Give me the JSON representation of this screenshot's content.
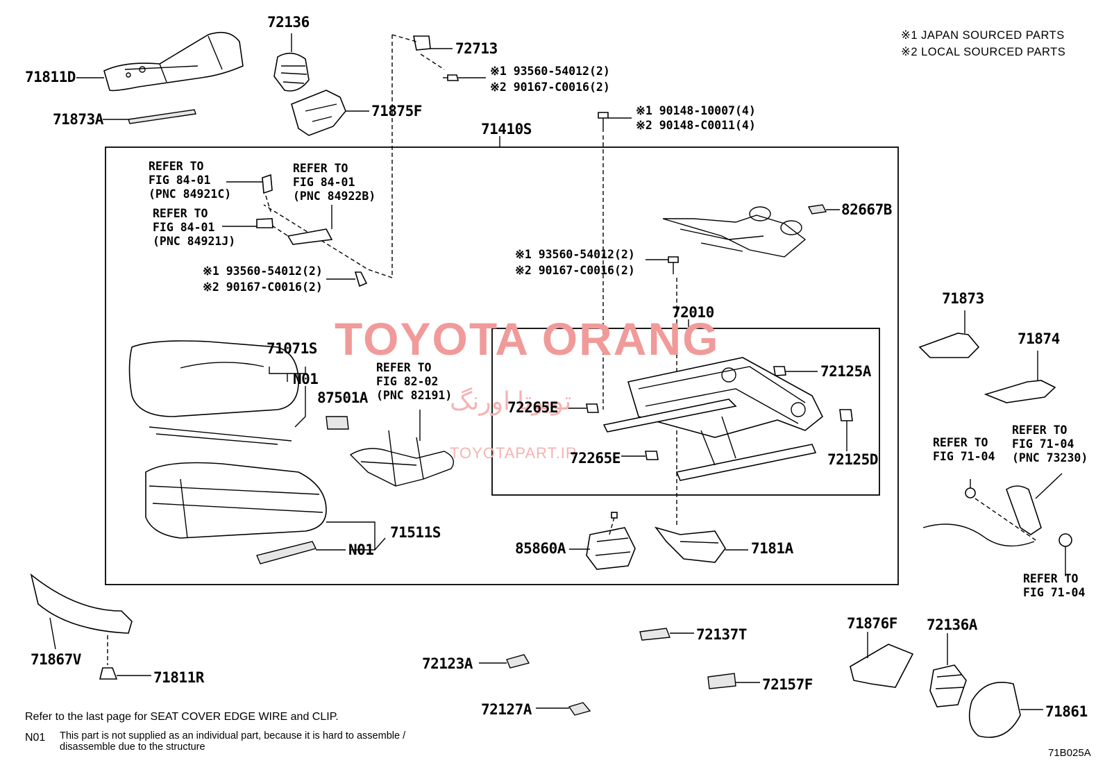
{
  "header": {
    "line1": "※1 JAPAN SOURCED PARTS",
    "line2": "※2 LOCAL SOURCED PARTS"
  },
  "watermark": {
    "main": "TOYOTA ORANG",
    "persian": "تويوتا اورنگ",
    "url": "TOYOTAPART.IR"
  },
  "labels": {
    "p71811D": "71811D",
    "p72136": "72136",
    "p72713": "72713",
    "p71873A": "71873A",
    "p71875F": "71875F",
    "p71410S": "71410S",
    "p82667B": "82667B",
    "p72010": "72010",
    "p71071S": "71071S",
    "n01a": "N01",
    "p87501A": "87501A",
    "p72125A": "72125A",
    "p72265E1": "72265E",
    "p72265E2": "72265E",
    "p72125D": "72125D",
    "p71511S": "71511S",
    "n01b": "N01",
    "p85860A": "85860A",
    "p7181A": "7181A",
    "p71873": "71873",
    "p71874": "71874",
    "p71867V": "71867V",
    "p71811R": "71811R",
    "p72137T": "72137T",
    "p72123A": "72123A",
    "p72157F": "72157F",
    "p72127A": "72127A",
    "p71876F": "71876F",
    "p72136A": "72136A",
    "p71861": "71861"
  },
  "fasteners": {
    "top_a1": "※1 93560-54012(2)",
    "top_a2": "※2 90167-C0016(2)",
    "top_b1": "※1 90148-10007(4)",
    "top_b2": "※2 90148-C0011(4)",
    "mid_c1": "※1 93560-54012(2)",
    "mid_c2": "※2 90167-C0016(2)",
    "left_d1": "※1 93560-54012(2)",
    "left_d2": "※2 90167-C0016(2)"
  },
  "refs": {
    "r1": [
      "REFER TO",
      "FIG 84-01",
      "(PNC 84921C)"
    ],
    "r2": [
      "REFER TO",
      "FIG 84-01",
      "(PNC 84922B)"
    ],
    "r3": [
      "REFER TO",
      "FIG 84-01",
      "(PNC 84921J)"
    ],
    "r4": [
      "REFER TO",
      "FIG 82-02",
      "(PNC 82191)"
    ],
    "r5": [
      "REFER TO",
      "FIG 71-04"
    ],
    "r6": [
      "REFER TO",
      "FIG 71-04",
      "(PNC 73230)"
    ],
    "r7": [
      "REFER TO",
      "FIG 71-04"
    ]
  },
  "notes": {
    "edge_wire": "Refer to the last page for SEAT COVER EDGE WIRE and CLIP.",
    "n01_key": "N01",
    "n01_line1": "This part is not supplied as an individual part, because it is hard to assemble /",
    "n01_line2": "disassemble due to the structure"
  },
  "figure_id": "71B025A"
}
